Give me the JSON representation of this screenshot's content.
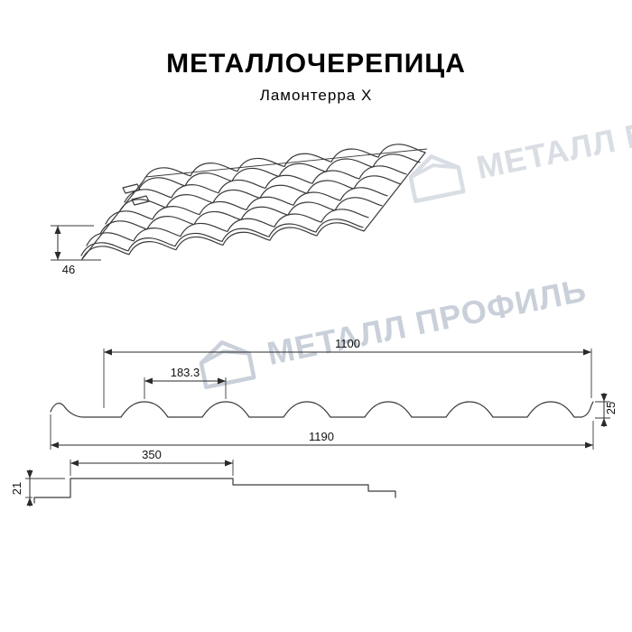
{
  "header": {
    "title": "МЕТАЛЛОЧЕРЕПИЦА",
    "subtitle": "Ламонтерра X"
  },
  "watermark": {
    "brand": "МЕТАЛЛ ПРОФИЛЬ",
    "color": "#c9d0d9"
  },
  "colors": {
    "line": "#3a3a3a",
    "text": "#111111",
    "background": "#ffffff"
  },
  "drawings": {
    "perspective": {
      "description": "metal-tile-sheet-perspective-view",
      "dim_front_height": "46"
    },
    "cross_section": {
      "description": "transverse-profile-section",
      "dim_cover_width": "1100",
      "dim_wave_pitch": "183.3",
      "dim_profile_height": "25",
      "dim_full_width": "1190"
    },
    "step_profile": {
      "description": "longitudinal-step-profile",
      "dim_module_length": "350",
      "dim_step_height": "21"
    }
  }
}
